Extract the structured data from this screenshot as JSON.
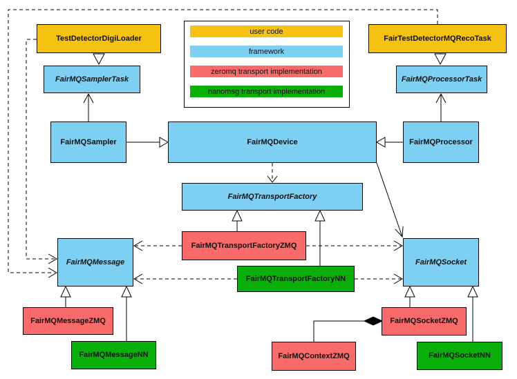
{
  "legend": {
    "items": [
      {
        "label": "user code",
        "color": "#f5c211"
      },
      {
        "label": "framework",
        "color": "#7dd0f2"
      },
      {
        "label": "zeromq transport implementation",
        "color": "#f96b6b"
      },
      {
        "label": "nanomsg transport implementation",
        "color": "#0ab00a"
      }
    ]
  },
  "nodes": {
    "digiLoader": "TestDetectorDigiLoader",
    "recoTask": "FairTestDetectorMQRecoTask",
    "samplerTask": "FairMQSamplerTask",
    "processorTask": "FairMQProcessorTask",
    "sampler": "FairMQSampler",
    "device": "FairMQDevice",
    "processor": "FairMQProcessor",
    "transportFactory": "FairMQTransportFactory",
    "transportFactoryZMQ": "FairMQTransportFactoryZMQ",
    "transportFactoryNN": "FairMQTransportFactoryNN",
    "message": "FairMQMessage",
    "socket": "FairMQSocket",
    "messageZMQ": "FairMQMessageZMQ",
    "messageNN": "FairMQMessageNN",
    "socketZMQ": "FairMQSocketZMQ",
    "contextZMQ": "FairMQContextZMQ",
    "socketNN": "FairMQSocketNN"
  },
  "edges": [
    {
      "from": "TestDetectorDigiLoader",
      "to": "FairMQSamplerTask",
      "type": "inheritance"
    },
    {
      "from": "FairTestDetectorMQRecoTask",
      "to": "FairMQProcessorTask",
      "type": "inheritance"
    },
    {
      "from": "FairMQSampler",
      "to": "FairMQSamplerTask",
      "type": "association"
    },
    {
      "from": "FairMQProcessor",
      "to": "FairMQProcessorTask",
      "type": "association"
    },
    {
      "from": "FairMQSampler",
      "to": "FairMQDevice",
      "type": "inheritance"
    },
    {
      "from": "FairMQProcessor",
      "to": "FairMQDevice",
      "type": "inheritance"
    },
    {
      "from": "FairMQDevice",
      "to": "FairMQTransportFactory",
      "type": "dependency"
    },
    {
      "from": "FairMQDevice",
      "to": "FairMQSocket",
      "type": "association"
    },
    {
      "from": "TestDetectorDigiLoader",
      "to": "FairMQMessage",
      "type": "dependency"
    },
    {
      "from": "FairTestDetectorMQRecoTask",
      "to": "FairMQMessage",
      "type": "dependency"
    },
    {
      "from": "FairMQTransportFactoryZMQ",
      "to": "FairMQTransportFactory",
      "type": "inheritance"
    },
    {
      "from": "FairMQTransportFactoryNN",
      "to": "FairMQTransportFactory",
      "type": "inheritance"
    },
    {
      "from": "FairMQTransportFactoryZMQ",
      "to": "FairMQMessage",
      "type": "dependency"
    },
    {
      "from": "FairMQTransportFactoryZMQ",
      "to": "FairMQSocket",
      "type": "dependency"
    },
    {
      "from": "FairMQTransportFactoryNN",
      "to": "FairMQMessage",
      "type": "dependency"
    },
    {
      "from": "FairMQTransportFactoryNN",
      "to": "FairMQSocket",
      "type": "dependency"
    },
    {
      "from": "FairMQMessageZMQ",
      "to": "FairMQMessage",
      "type": "inheritance"
    },
    {
      "from": "FairMQMessageNN",
      "to": "FairMQMessage",
      "type": "inheritance"
    },
    {
      "from": "FairMQSocketZMQ",
      "to": "FairMQSocket",
      "type": "inheritance"
    },
    {
      "from": "FairMQSocketNN",
      "to": "FairMQSocket",
      "type": "inheritance"
    },
    {
      "from": "FairMQContextZMQ",
      "to": "FairMQSocketZMQ",
      "type": "composition"
    }
  ]
}
